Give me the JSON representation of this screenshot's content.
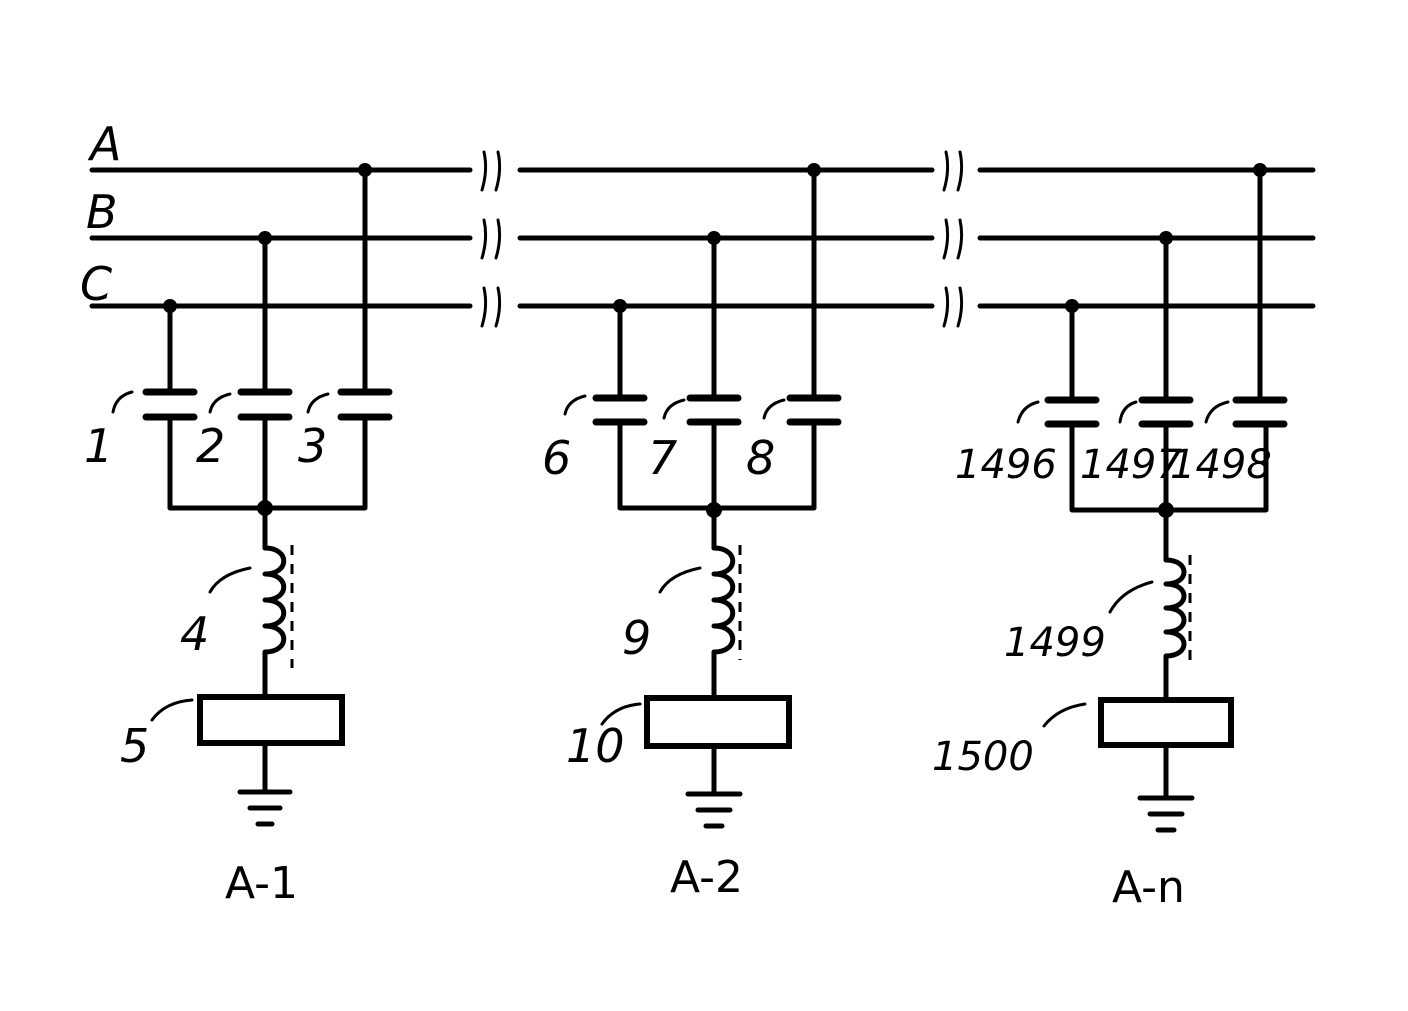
{
  "lines": [
    {
      "id": "A",
      "label": "A"
    },
    {
      "id": "B",
      "label": "B"
    },
    {
      "id": "C",
      "label": "C"
    }
  ],
  "units": [
    {
      "id": "A-1",
      "label": "A-1",
      "capacitors": [
        "1",
        "2",
        "3"
      ],
      "inductor": "4",
      "load": "5"
    },
    {
      "id": "A-2",
      "label": "A-2",
      "capacitors": [
        "6",
        "7",
        "8"
      ],
      "inductor": "9",
      "load": "10"
    },
    {
      "id": "A-n",
      "label": "A-n",
      "capacitors": [
        "1496",
        "1497",
        "1498"
      ],
      "inductor": "1499",
      "load": "1500"
    }
  ]
}
